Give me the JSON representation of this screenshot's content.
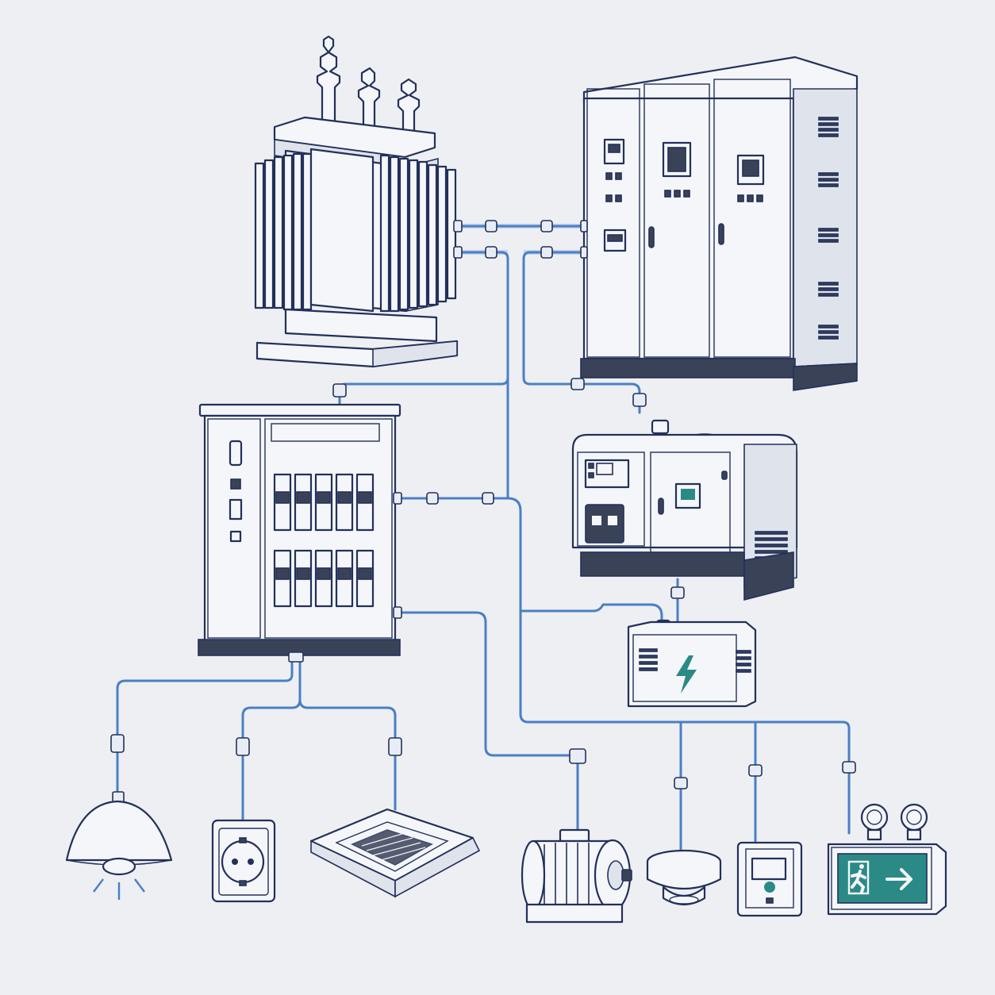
{
  "diagram": {
    "colors": {
      "background": "#edeff2",
      "ink": "#23305a",
      "wire": "#4a7fc6",
      "accent_teal": "#2b8a86"
    },
    "components": [
      {
        "id": "transformer",
        "icon": "transformer-icon"
      },
      {
        "id": "switchgear",
        "icon": "switchgear-cabinet-icon"
      },
      {
        "id": "distribution-board",
        "icon": "breaker-panel-icon"
      },
      {
        "id": "generator",
        "icon": "generator-icon"
      },
      {
        "id": "ups",
        "icon": "lightning-bolt-icon"
      },
      {
        "id": "pendant-lamp",
        "icon": "pendant-lamp-icon"
      },
      {
        "id": "wall-socket",
        "icon": "power-socket-icon"
      },
      {
        "id": "ceiling-ac-unit",
        "icon": "cassette-ac-icon"
      },
      {
        "id": "electric-motor",
        "icon": "motor-icon"
      },
      {
        "id": "smoke-detector",
        "icon": "smoke-detector-icon"
      },
      {
        "id": "call-point",
        "icon": "alarm-button-icon"
      },
      {
        "id": "emergency-exit-light",
        "icon": "exit-sign-icon"
      }
    ],
    "connections": [
      {
        "from": "transformer",
        "to": "switchgear"
      },
      {
        "from": "transformer",
        "to": "distribution-board"
      },
      {
        "from": "switchgear",
        "to": "generator"
      },
      {
        "from": "generator",
        "to": "ups"
      },
      {
        "from": "distribution-board",
        "to": "pendant-lamp"
      },
      {
        "from": "distribution-board",
        "to": "wall-socket"
      },
      {
        "from": "distribution-board",
        "to": "ceiling-ac-unit"
      },
      {
        "from": "distribution-board",
        "to": "electric-motor"
      },
      {
        "from": "ups",
        "to": "smoke-detector"
      },
      {
        "from": "ups",
        "to": "call-point"
      },
      {
        "from": "ups",
        "to": "emergency-exit-light"
      }
    ]
  }
}
